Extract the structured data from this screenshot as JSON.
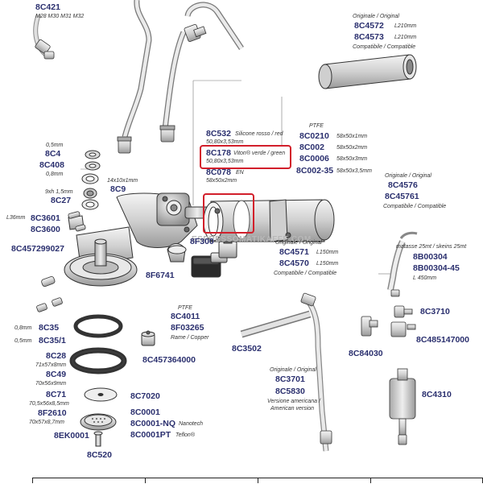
{
  "watermark": "ESPRESSOMATIKAFFE.COM",
  "callouts": {
    "c_8c421": "8C421",
    "c_8c421_sub": "M28 M30 M31 M32",
    "c_orig1": "Originale / Original",
    "c_8c4572": "8C4572",
    "c_8c4572_len": "L210mm",
    "c_8c4573": "8C4573",
    "c_8c4573_len": "L210mm",
    "c_compat1": "Compatibile / Compatible",
    "c_ptfe1": "PTFE",
    "c_8c532": "8C532",
    "c_8c532_sub": "Silicone rosso / red",
    "c_8c532_dim": "50,80x3,53mm",
    "c_8c178": "8C178",
    "c_8c178_sub": "Viton® verde / green",
    "c_8c178_dim": "50,80x3,53mm",
    "c_8c078": "8C078",
    "c_8c078_sub": "EN",
    "c_8c078_dim": "58x50x2mm",
    "c_8c0210": "8C0210",
    "c_8c0210_dim": "58x50x1mm",
    "c_8c002": "8C002",
    "c_8c002_dim": "58x50x2mm",
    "c_8c0006": "8C0006",
    "c_8c0006_dim": "58x50x3mm",
    "c_8c002_35": "8C002-35",
    "c_8c002_35_dim": "58x50x3,5mm",
    "c_05mm": "0,5mm",
    "c_8c4": "8C4",
    "c_8c408": "8C408",
    "c_08mm": "0,8mm",
    "c_14x10": "14x10x1mm",
    "c_8c9": "8C9",
    "c_9xh": "9xh 1,5mm",
    "c_8c27": "8C27",
    "c_l36": "L36mm",
    "c_8c3601": "8C3601",
    "c_8c3600": "8C3600",
    "c_8c457299027": "8C457299027",
    "c_8f300": "8F300",
    "c_8f6741": "8F6741",
    "c_orig2": "Originale / Original",
    "c_8c4576": "8C4576",
    "c_8c45761": "8C45761",
    "c_compat2": "Compatibile / Compatible",
    "c_orig3": "Originale / Original",
    "c_8c4571": "8C4571",
    "c_8c4571_len": "L150mm",
    "c_8c4570": "8C4570",
    "c_8c4570_len": "L150mm",
    "c_compat3": "Compatibile / Compatible",
    "c_matasse": "matasse 25mt / skeins 25mt",
    "c_8b00304": "8B00304",
    "c_8b00304_45": "8B00304-45",
    "c_l450": "L 450mm",
    "c_8c3710": "8C3710",
    "c_8c485147000": "8C485147000",
    "c_8c84030": "8C84030",
    "c_8c4310": "8C4310",
    "c_ptfe2": "PTFE",
    "c_8c4011": "8C4011",
    "c_8f03265": "8F03265",
    "c_rame": "Rame / Copper",
    "c_8c457364000": "8C457364000",
    "c_8c3502": "8C3502",
    "c_08mm2": "0,8mm",
    "c_8c35": "8C35",
    "c_05mm2": "0,5mm",
    "c_8c35_1": "8C35/1",
    "c_8c28": "8C28",
    "c_8c28_dim": "71x57x8mm",
    "c_8c49": "8C49",
    "c_8c49_dim": "70x56x9mm",
    "c_8c71": "8C71",
    "c_8c71_dim": "70,5x56x8,5mm",
    "c_8f2610": "8F2610",
    "c_8f2610_dim": "70x57x8,7mm",
    "c_8c7020": "8C7020",
    "c_8c0001": "8C0001",
    "c_8c0001nq": "8C0001-NQ",
    "c_nanotech": "Nanotech",
    "c_8c0001pt": "8C0001PT",
    "c_teflon": "Teflon®",
    "c_8ek0001": "8EK0001",
    "c_8c520": "8C520",
    "c_orig4": "Originale / Original",
    "c_8c3701": "8C3701",
    "c_8c5830": "8C5830",
    "c_versione": "Versione americana /",
    "c_american": "American version"
  },
  "colors": {
    "code_text": "#2a2f6e",
    "highlight": "#d21f2b",
    "part_stroke": "#333333"
  }
}
